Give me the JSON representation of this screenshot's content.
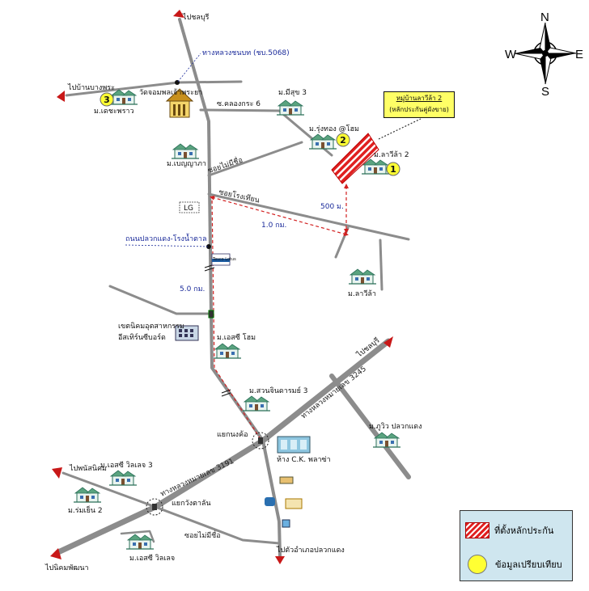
{
  "map": {
    "compass": {
      "n": "N",
      "s": "S",
      "e": "E",
      "w": "W"
    },
    "destinations": {
      "north": "ไปชลบุรี",
      "west": "ไปบ้านบางพระ",
      "east_hwy": "ไปชลบุรี",
      "southwest_1": "ไปพนัสนิคม",
      "southwest_2": "ไปนิคมพัฒนา",
      "south": "ไปตัวอำเภอปลวกแดง"
    },
    "roads": {
      "rural": "ทางหลวงชนบท (ชบ.5068)",
      "khlong_kra": "ซ.คลองกระ 6",
      "soi_mai_mi_chue_1": "ซอยไม่มีชื่อ",
      "soi_rong_thian": "ซอยโรงเทียน",
      "pluak_daeng": "ถนนปลวกแดง-โรงน้ำตาล",
      "hwy_3191": "ทางหลวงหมายเลข 3191",
      "hwy_3245": "ทางหลวงหมายเลข 3245",
      "soi_mai_mi_chue_2": "ซอยไม่มีชื่อ"
    },
    "distances": {
      "d500": "500 ม.",
      "d1km": "1.0 กม.",
      "d5km": "5.0 กม."
    },
    "places": {
      "temple": "วัดจอมพลเจ้าพระยา",
      "lg": "LG",
      "lotus": "Tesco Lotus",
      "industrial_1": "เขตนิคมอุตสาหกรรม",
      "industrial_2": "อีสเทิร์นซีบอร์ด",
      "ck_plaza": "ห้าง C.K. พลาซ่า",
      "junction_nong_kho": "แยกนงค้อ",
      "junction_wang_tan": "แยกวังตาลัน"
    },
    "villages": {
      "detprawan": "ม.เดชะพราว",
      "mi_suk": "ม.มีสุข 3",
      "rung_thong": "ม.รุ่งทอง @โฮม",
      "benya_phan": "ม.เบญญาภา",
      "lawila_2": "ม.ลาวีล้า 2",
      "lawila": "ม.ลาวีล้า",
      "sc_home": "ม.เอสซี โฮม",
      "suan_chan": "ม.สวนจินดารมย์ 3",
      "phu_wiw": "ม.ภูวิว ปลวกแดง",
      "sc_village_3": "ม.เอสซี วิลเลจ 3",
      "romyen_2": "ม.ร่มเย็น 2",
      "sc_village": "ม.เอสซี วิลเลจ"
    },
    "markers": {
      "m1": "1",
      "m2": "2",
      "m3": "3"
    },
    "callout": {
      "line1": "หมู่บ้านลาวีล้า 2",
      "line2": "(หลักประกันคู่ผังขาย)"
    },
    "legend": {
      "collateral": "ที่ตั้งหลักประกัน",
      "comparison": "ข้อมูลเปรียบเทียบ"
    },
    "colors": {
      "road": "#8c8c8c",
      "route": "#d22020",
      "blue_text": "#1a2a9a",
      "marker": "#ffff33",
      "legend_bg": "#cfe6ef"
    }
  }
}
